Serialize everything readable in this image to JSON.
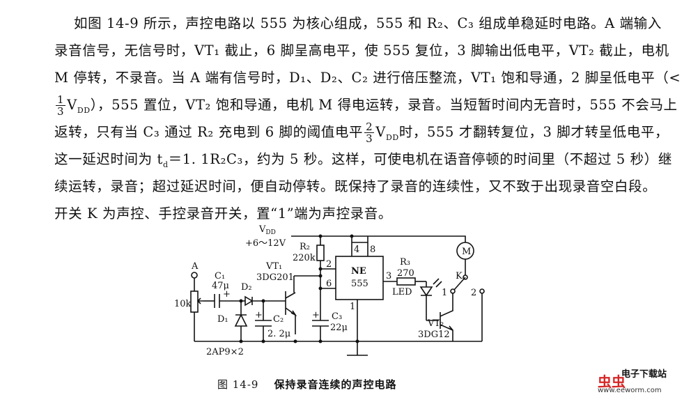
{
  "text": {
    "l1": "如图 14-9 所示，声控电路以 555 为核心组成，555 和 R₂、C₃ 组成单稳延时电路。A 端输入",
    "l2": "录音信号，无信号时，VT₁ 截止，6 脚呈高电平，使 555 复位，3 脚输出低电平，VT₂ 截止，电机",
    "l3": "M 停转，不录音。当 A 端有信号时，D₁、D₂、C₂ 进行倍压整流，VT₁ 饱和导通，2 脚呈低电平（<",
    "frac1_num": "1",
    "frac1_den": "3",
    "l4": "V",
    "l4_sub": "DD",
    "l4b": "），555 置位，VT₂ 饱和导通，电机 M 得电运转，录音。当短暂时间内无音时，555 不会马上",
    "l5a": "返转，只有当 C₃ 通过 R₂ 充电到 6 脚的阈值电平",
    "frac2_num": "2",
    "frac2_den": "3",
    "l5b": "V",
    "l5_sub": "DD",
    "l5c": "时，555 才翻转复位，3 脚才转呈低电平，",
    "l6": "这一延迟时间为 t",
    "l6_sub": "d",
    "l6b": "＝1. 1R₂C₃，约为 5 秒。这样，可使电机在语音停顿的时间里（不超过 5 秒）继",
    "l7": "续运转，录音；超过延迟时间，便自动停转。既保持了录音的连续性，又不致于出现录音空白段。",
    "l8": "开关 K 为声控、手控录音开关，置“1”端为声控录音。"
  },
  "circuit": {
    "vdd": "V",
    "vdd_sub": "DD",
    "supply": "+6～12V",
    "r2": "R₂",
    "r2_val": "220k",
    "vt1": "VT₁",
    "vt1_model": "3DG201",
    "a_label": "A",
    "c1": "C₁",
    "c1_val": "47μ",
    "d2": "D₂",
    "pot": "10k",
    "d1": "D₁",
    "c2": "C₂",
    "c2_val": "2. 2μ",
    "c3": "C₃",
    "c3_val": "22μ",
    "diodes": "2AP9×2",
    "ne": "NE",
    "ne_model": "555",
    "pin2": "2",
    "pin6": "6",
    "pin4": "4",
    "pin8": "8",
    "pin3": "3",
    "pin1": "1",
    "r3": "R₃",
    "r3_val": "270",
    "led": "LED",
    "motor": "M",
    "k": "K",
    "sw1": "1",
    "sw2": "2",
    "vt2": "VT₂",
    "vt2_model": "3DG12",
    "plus": "+"
  },
  "caption": {
    "fig": "图 14-9",
    "title": "保持录音连续的声控电路"
  },
  "watermark": {
    "brand": "虫虫",
    "text": "电子下载站",
    "url": "www.eeworm.com"
  }
}
